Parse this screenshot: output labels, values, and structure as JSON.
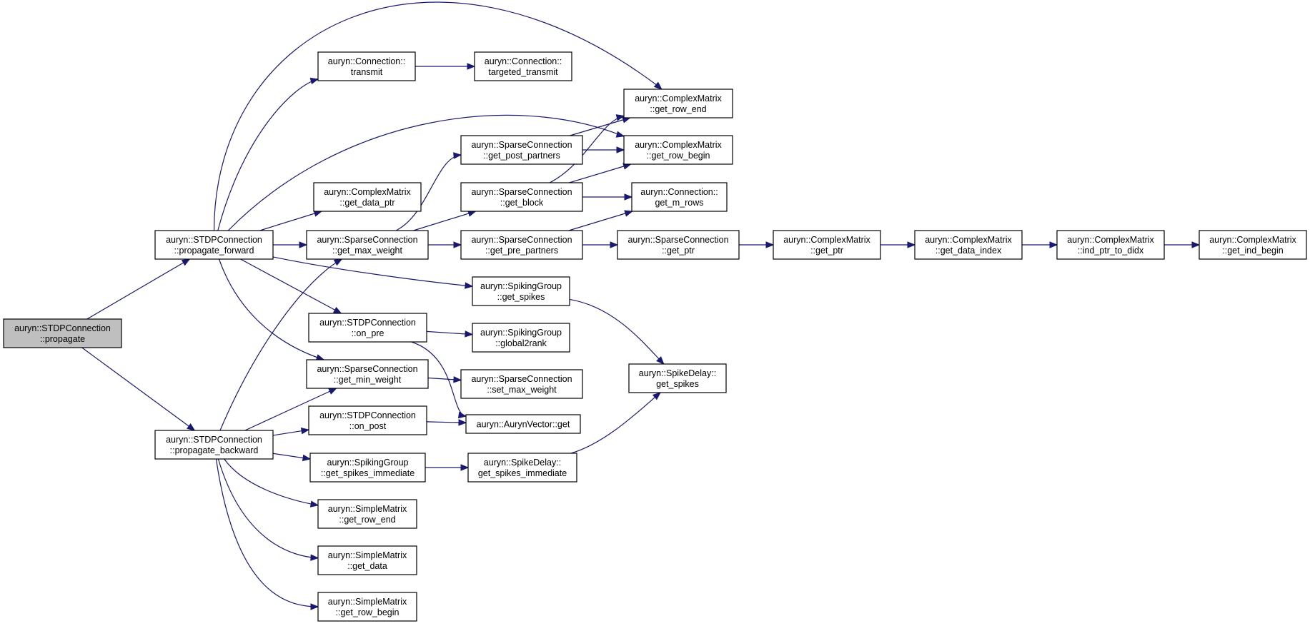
{
  "colors": {
    "edge": "#191970",
    "node_fill": "#ffffff",
    "root_fill": "#bfbfbf",
    "border": "#000000"
  },
  "nodes": [
    {
      "id": "propagate",
      "lines": [
        "auryn::STDPConnection",
        "::propagate"
      ],
      "root": true
    },
    {
      "id": "propagate_forward",
      "lines": [
        "auryn::STDPConnection",
        "::propagate_forward"
      ]
    },
    {
      "id": "propagate_backward",
      "lines": [
        "auryn::STDPConnection",
        "::propagate_backward"
      ]
    },
    {
      "id": "transmit",
      "lines": [
        "auryn::Connection::",
        "transmit"
      ]
    },
    {
      "id": "targeted_transmit",
      "lines": [
        "auryn::Connection::",
        "targeted_transmit"
      ]
    },
    {
      "id": "cm_get_row_end",
      "lines": [
        "auryn::ComplexMatrix",
        "::get_row_end"
      ]
    },
    {
      "id": "cm_get_row_begin",
      "lines": [
        "auryn::ComplexMatrix",
        "::get_row_begin"
      ]
    },
    {
      "id": "sc_get_post_partners",
      "lines": [
        "auryn::SparseConnection",
        "::get_post_partners"
      ]
    },
    {
      "id": "cm_get_data_ptr",
      "lines": [
        "auryn::ComplexMatrix",
        "::get_data_ptr"
      ]
    },
    {
      "id": "sc_get_block",
      "lines": [
        "auryn::SparseConnection",
        "::get_block"
      ]
    },
    {
      "id": "conn_get_m_rows",
      "lines": [
        "auryn::Connection::",
        "get_m_rows"
      ]
    },
    {
      "id": "sc_get_max_weight",
      "lines": [
        "auryn::SparseConnection",
        "::get_max_weight"
      ]
    },
    {
      "id": "sc_get_pre_partners",
      "lines": [
        "auryn::SparseConnection",
        "::get_pre_partners"
      ]
    },
    {
      "id": "sc_get_ptr",
      "lines": [
        "auryn::SparseConnection",
        "::get_ptr"
      ]
    },
    {
      "id": "cm_get_ptr",
      "lines": [
        "auryn::ComplexMatrix",
        "::get_ptr"
      ]
    },
    {
      "id": "cm_get_data_index",
      "lines": [
        "auryn::ComplexMatrix",
        "::get_data_index"
      ]
    },
    {
      "id": "cm_ind_ptr_to_didx",
      "lines": [
        "auryn::ComplexMatrix",
        "::ind_ptr_to_didx"
      ]
    },
    {
      "id": "cm_get_ind_begin",
      "lines": [
        "auryn::ComplexMatrix",
        "::get_ind_begin"
      ]
    },
    {
      "id": "sg_get_spikes",
      "lines": [
        "auryn::SpikingGroup",
        "::get_spikes"
      ]
    },
    {
      "id": "stdp_on_pre",
      "lines": [
        "auryn::STDPConnection",
        "::on_pre"
      ]
    },
    {
      "id": "sg_global2rank",
      "lines": [
        "auryn::SpikingGroup",
        "::global2rank"
      ]
    },
    {
      "id": "sd_get_spikes",
      "lines": [
        "auryn::SpikeDelay::",
        "get_spikes"
      ]
    },
    {
      "id": "sc_get_min_weight",
      "lines": [
        "auryn::SparseConnection",
        "::get_min_weight"
      ]
    },
    {
      "id": "sc_set_max_weight",
      "lines": [
        "auryn::SparseConnection",
        "::set_max_weight"
      ]
    },
    {
      "id": "stdp_on_post",
      "lines": [
        "auryn::STDPConnection",
        "::on_post"
      ]
    },
    {
      "id": "av_get",
      "lines": [
        "auryn::AurynVector::get"
      ]
    },
    {
      "id": "sg_get_spikes_immediate",
      "lines": [
        "auryn::SpikingGroup",
        "::get_spikes_immediate"
      ]
    },
    {
      "id": "sd_get_spikes_immediate",
      "lines": [
        "auryn::SpikeDelay::",
        "get_spikes_immediate"
      ]
    },
    {
      "id": "sm_get_row_end",
      "lines": [
        "auryn::SimpleMatrix",
        "::get_row_end"
      ]
    },
    {
      "id": "sm_get_data",
      "lines": [
        "auryn::SimpleMatrix",
        "::get_data"
      ]
    },
    {
      "id": "sm_get_row_begin",
      "lines": [
        "auryn::SimpleMatrix",
        "::get_row_begin"
      ]
    }
  ],
  "edges": [
    [
      "propagate",
      "propagate_forward"
    ],
    [
      "propagate",
      "propagate_backward"
    ],
    [
      "propagate_forward",
      "transmit"
    ],
    [
      "propagate_forward",
      "cm_get_row_end"
    ],
    [
      "propagate_forward",
      "cm_get_row_begin"
    ],
    [
      "propagate_forward",
      "cm_get_data_ptr"
    ],
    [
      "propagate_forward",
      "sc_get_max_weight"
    ],
    [
      "propagate_forward",
      "sg_get_spikes"
    ],
    [
      "propagate_forward",
      "stdp_on_pre"
    ],
    [
      "propagate_forward",
      "sc_get_min_weight"
    ],
    [
      "transmit",
      "targeted_transmit"
    ],
    [
      "sc_get_max_weight",
      "sc_get_post_partners"
    ],
    [
      "sc_get_max_weight",
      "sc_get_block"
    ],
    [
      "sc_get_max_weight",
      "sc_get_pre_partners"
    ],
    [
      "sc_get_post_partners",
      "cm_get_row_end"
    ],
    [
      "sc_get_post_partners",
      "cm_get_row_begin"
    ],
    [
      "sc_get_block",
      "cm_get_row_end"
    ],
    [
      "sc_get_block",
      "cm_get_row_begin"
    ],
    [
      "sc_get_block",
      "conn_get_m_rows"
    ],
    [
      "sc_get_pre_partners",
      "conn_get_m_rows"
    ],
    [
      "sc_get_pre_partners",
      "sc_get_ptr"
    ],
    [
      "sc_get_ptr",
      "cm_get_ptr"
    ],
    [
      "cm_get_ptr",
      "cm_get_data_index"
    ],
    [
      "cm_get_data_index",
      "cm_ind_ptr_to_didx"
    ],
    [
      "cm_ind_ptr_to_didx",
      "cm_get_ind_begin"
    ],
    [
      "sg_get_spikes",
      "sd_get_spikes"
    ],
    [
      "stdp_on_pre",
      "sg_global2rank"
    ],
    [
      "stdp_on_pre",
      "av_get"
    ],
    [
      "sc_get_min_weight",
      "sc_set_max_weight"
    ],
    [
      "propagate_backward",
      "sc_get_max_weight"
    ],
    [
      "propagate_backward",
      "sc_get_min_weight"
    ],
    [
      "propagate_backward",
      "stdp_on_post"
    ],
    [
      "propagate_backward",
      "sg_get_spikes_immediate"
    ],
    [
      "propagate_backward",
      "sm_get_row_end"
    ],
    [
      "propagate_backward",
      "sm_get_data"
    ],
    [
      "propagate_backward",
      "sm_get_row_begin"
    ],
    [
      "stdp_on_post",
      "av_get"
    ],
    [
      "sg_get_spikes_immediate",
      "sd_get_spikes_immediate"
    ],
    [
      "sd_get_spikes_immediate",
      "sd_get_spikes"
    ]
  ]
}
